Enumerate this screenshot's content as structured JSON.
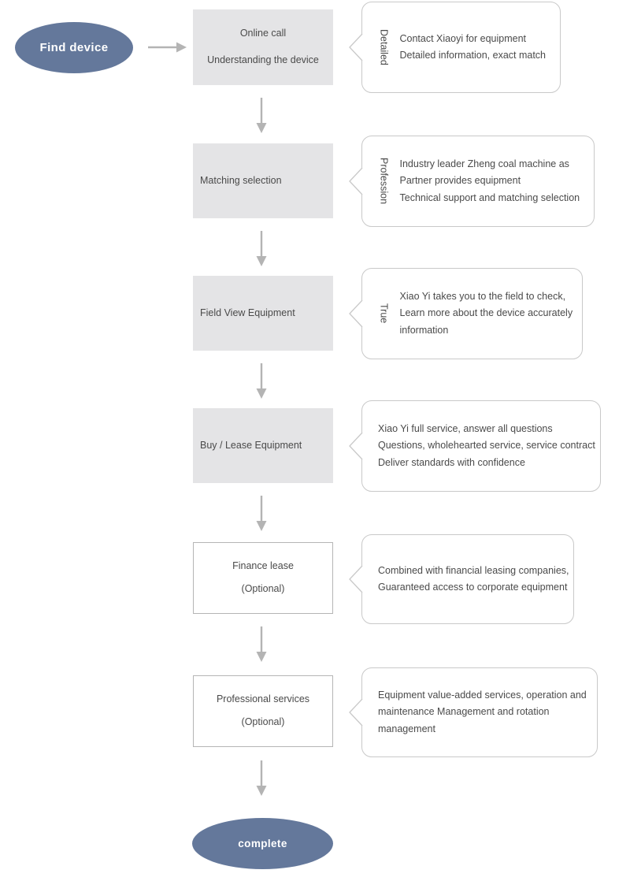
{
  "diagram": {
    "title": "Equipment acquisition process flowchart",
    "colors": {
      "terminator_fill": "#64789b",
      "terminator_text": "#ffffff",
      "process_fill": "#e4e4e6",
      "process_text": "#4a4a4a",
      "callout_border": "#c9c9c9",
      "callout_text": "#4a4a4a",
      "connector": "#b4b4b4",
      "optional_border": "#b5b5b5",
      "background": "#ffffff"
    }
  },
  "start_node": {
    "label": "Find device",
    "shape": "ellipse"
  },
  "end_node": {
    "label": "complete",
    "shape": "ellipse"
  },
  "steps": [
    {
      "id": "step-1",
      "style": "filled",
      "align": "center",
      "lines": [
        "Online call",
        "Understanding the device"
      ]
    },
    {
      "id": "step-2",
      "style": "filled",
      "align": "left",
      "lines": [
        "Matching selection"
      ]
    },
    {
      "id": "step-3",
      "style": "filled",
      "align": "left",
      "lines": [
        "Field View Equipment"
      ]
    },
    {
      "id": "step-4",
      "style": "filled",
      "align": "left",
      "lines": [
        "Buy / Lease Equipment"
      ]
    },
    {
      "id": "step-5",
      "style": "optional",
      "align": "center",
      "lines": [
        "Finance lease",
        "(Optional)"
      ]
    },
    {
      "id": "step-6",
      "style": "optional",
      "align": "center",
      "lines": [
        "Professional services",
        "(Optional)"
      ]
    }
  ],
  "callouts": [
    {
      "id": "callout-1",
      "vertical_label": "Detailed",
      "lines": [
        "Contact Xiaoyi for equipment",
        "Detailed information, exact match"
      ]
    },
    {
      "id": "callout-2",
      "vertical_label": "Profession",
      "lines": [
        "Industry leader Zheng coal machine as",
        "Partner provides equipment",
        "Technical support and matching selection"
      ]
    },
    {
      "id": "callout-3",
      "vertical_label": "True",
      "lines": [
        "Xiao Yi takes you to the field to check,",
        "Learn more about the device accurately",
        "information"
      ]
    },
    {
      "id": "callout-4",
      "vertical_label": "",
      "lines": [
        "Xiao Yi full service, answer all questions",
        "Questions, wholehearted service, service contract",
        "Deliver standards with confidence"
      ]
    },
    {
      "id": "callout-5",
      "vertical_label": "",
      "lines": [
        "Combined with financial leasing companies,",
        "Guaranteed access to corporate equipment"
      ]
    },
    {
      "id": "callout-6",
      "vertical_label": "",
      "lines": [
        "Equipment value-added services, operation and",
        " maintenance Management and rotation",
        "management"
      ]
    }
  ],
  "connectors": {
    "start_to_step1": "arrow-right",
    "vertical_arrows": 6,
    "callout_connector_count": 6
  }
}
